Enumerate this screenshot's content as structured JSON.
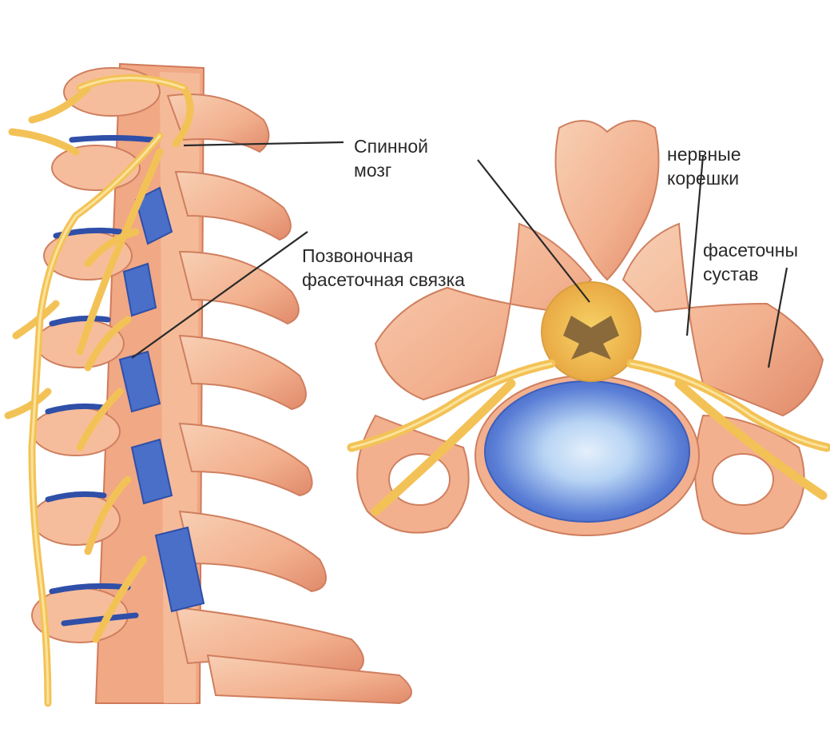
{
  "labels": {
    "spinal_cord": {
      "line1": "Спинной",
      "line2": "мозг"
    },
    "facet_ligament": {
      "line1": "Позвоночная",
      "line2": "фасеточная связка"
    },
    "nerve_roots": {
      "line1": "нервные",
      "line2": "корешки"
    },
    "facet_joint": {
      "line1": "фасеточны",
      "line2": "сустав"
    }
  },
  "colors": {
    "bone": "#f2b08e",
    "bone_shadow": "#e08a6a",
    "bone_light": "#f8cfb4",
    "nerve": "#f6c760",
    "nerve_edge": "#e8a540",
    "disc_blue": "#5b7fd6",
    "disc_light": "#b8d4f4",
    "cord_yellow": "#f4c84a",
    "cord_grey": "#8a6a3a",
    "leader_line": "#2a2a2a"
  }
}
